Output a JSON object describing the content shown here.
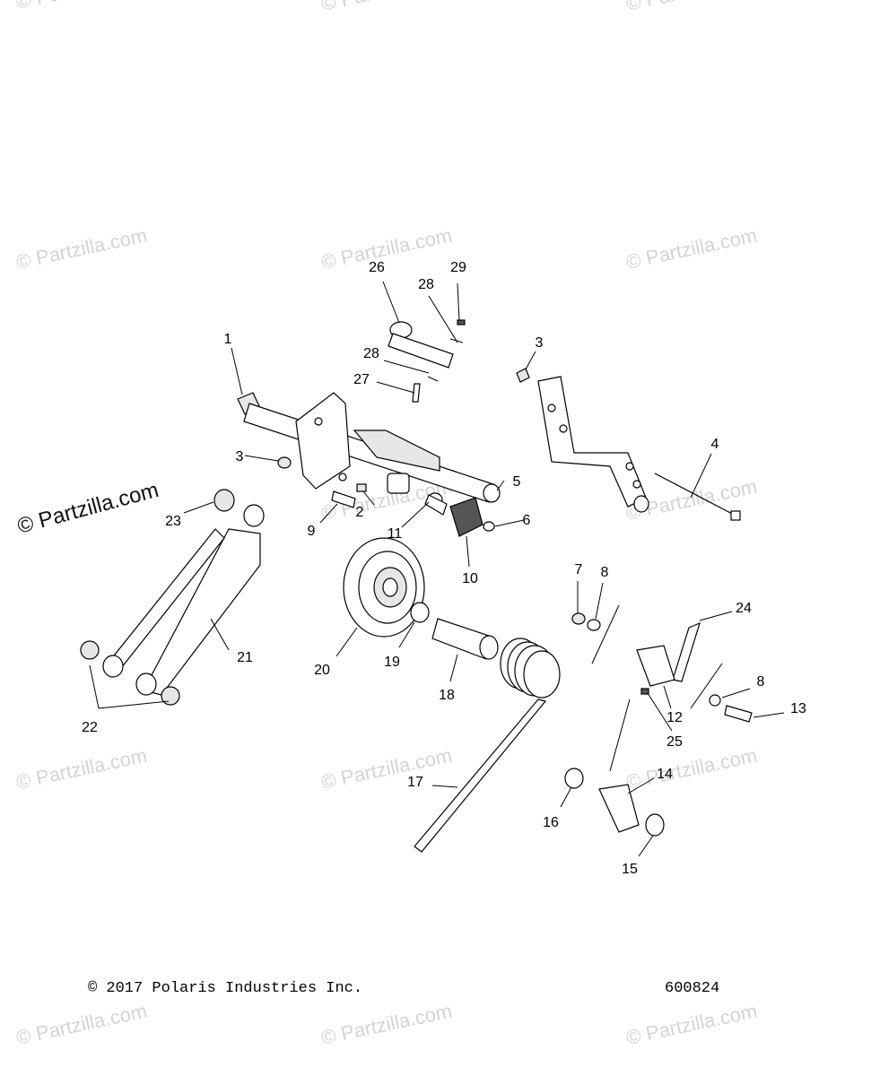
{
  "watermarks": {
    "small_text": "© Partzilla.com",
    "large_text": "© Partzilla.com"
  },
  "callouts": {
    "c1": "1",
    "c2": "2",
    "c3a": "3",
    "c3b": "3",
    "c4": "4",
    "c5": "5",
    "c6": "6",
    "c7": "7",
    "c8a": "8",
    "c8b": "8",
    "c9": "9",
    "c10": "10",
    "c11": "11",
    "c12": "12",
    "c13": "13",
    "c14": "14",
    "c15": "15",
    "c16": "16",
    "c17": "17",
    "c18": "18",
    "c19": "19",
    "c20": "20",
    "c21": "21",
    "c22": "22",
    "c23": "23",
    "c24": "24",
    "c25": "25",
    "c26": "26",
    "c27": "27",
    "c28a": "28",
    "c28b": "28",
    "c29": "29"
  },
  "footer": {
    "copyright": "© 2017 Polaris Industries Inc.",
    "drawing_number": "600824"
  }
}
